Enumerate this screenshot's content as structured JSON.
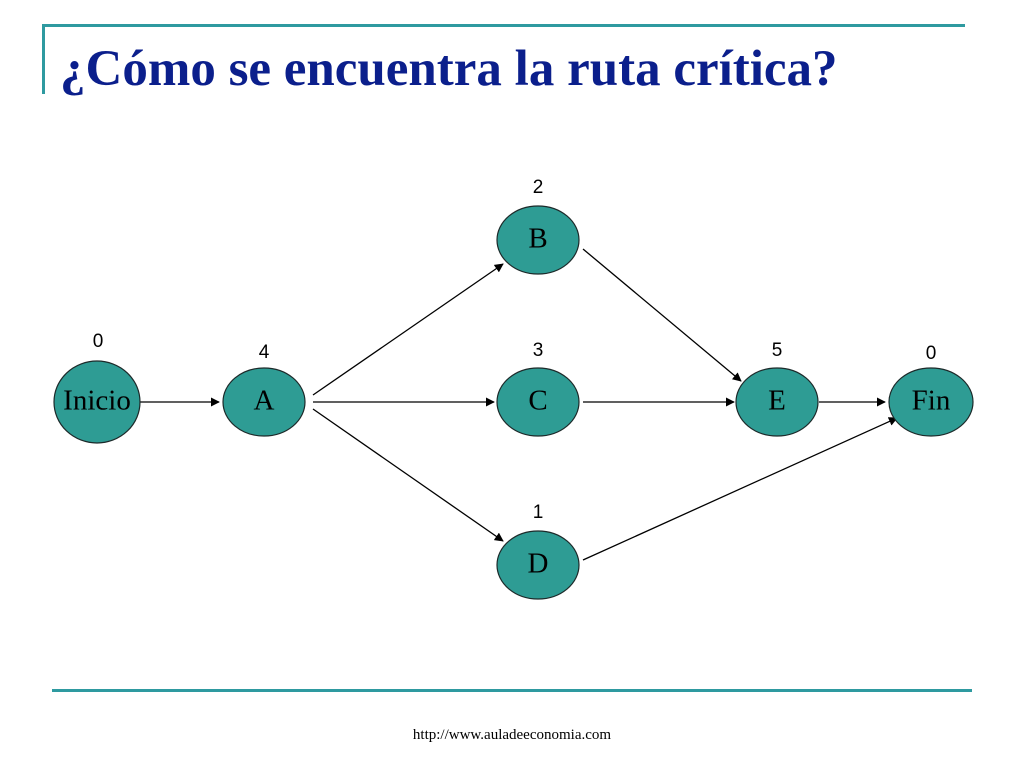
{
  "slide": {
    "title": "¿Cómo se encuentra la ruta crítica?",
    "footer_url": "http://www.auladeeconomia.com"
  },
  "colors": {
    "title": "#0b1f8c",
    "accent_line": "#2e9aa0",
    "node_fill": "#2e9c94",
    "arrow": "#000000"
  },
  "diagram": {
    "nodes": [
      {
        "id": "inicio",
        "label": "Inicio",
        "duration": "0"
      },
      {
        "id": "a",
        "label": "A",
        "duration": "4"
      },
      {
        "id": "b",
        "label": "B",
        "duration": "2"
      },
      {
        "id": "c",
        "label": "C",
        "duration": "3"
      },
      {
        "id": "d",
        "label": "D",
        "duration": "1"
      },
      {
        "id": "e",
        "label": "E",
        "duration": "5"
      },
      {
        "id": "fin",
        "label": "Fin",
        "duration": "0"
      }
    ],
    "edges": [
      {
        "from": "inicio",
        "to": "a"
      },
      {
        "from": "a",
        "to": "b"
      },
      {
        "from": "a",
        "to": "c"
      },
      {
        "from": "a",
        "to": "d"
      },
      {
        "from": "b",
        "to": "e"
      },
      {
        "from": "c",
        "to": "e"
      },
      {
        "from": "d",
        "to": "fin"
      },
      {
        "from": "e",
        "to": "fin"
      }
    ]
  }
}
